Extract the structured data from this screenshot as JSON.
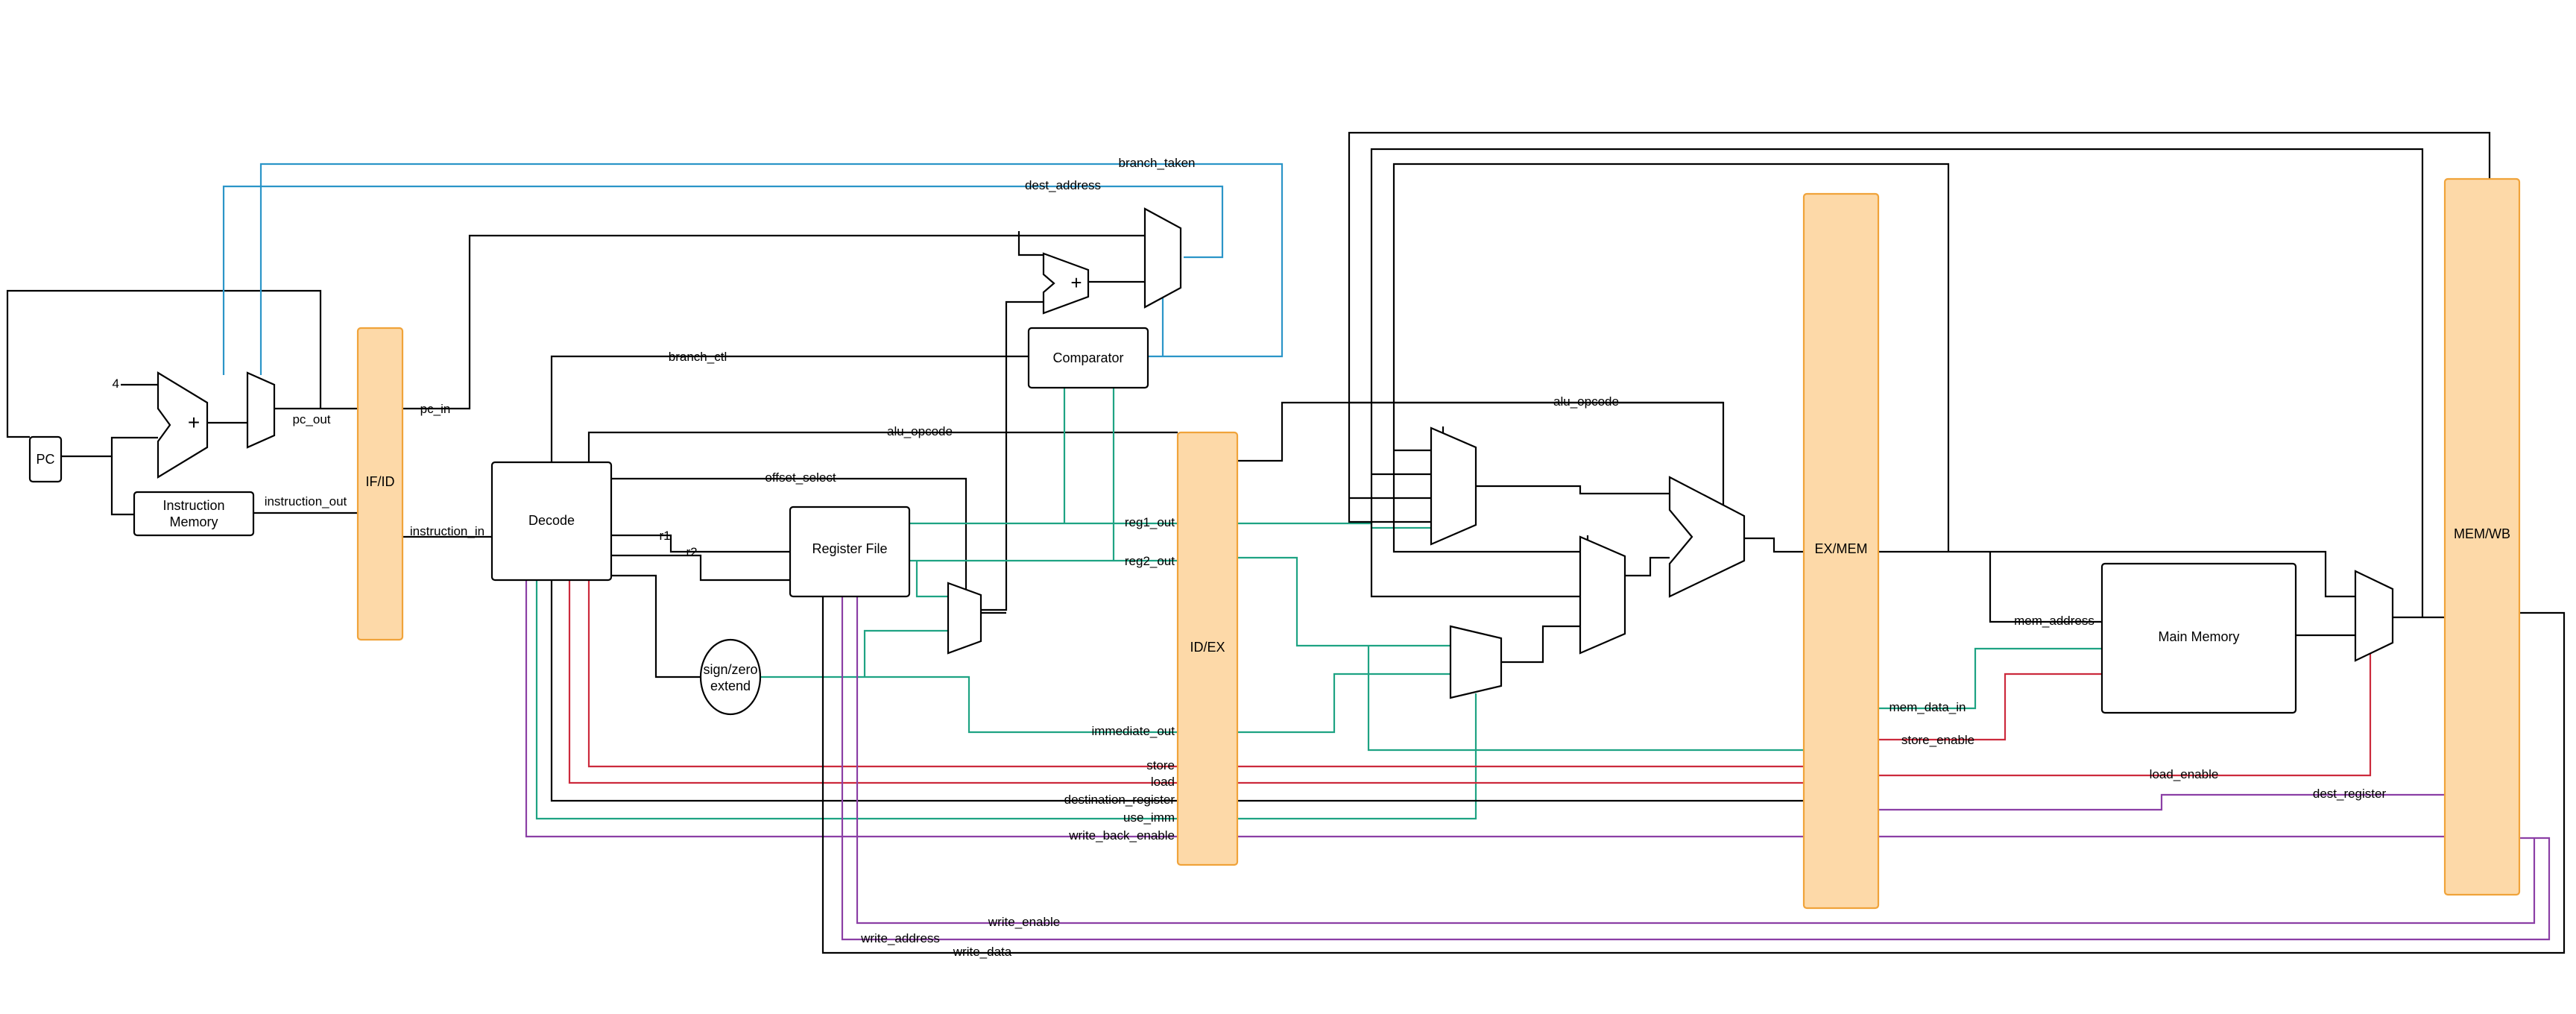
{
  "colors": {
    "stage_fill": "#fdd9a8",
    "stage_border": "#f0a33a",
    "wire_control_branch": "#2b95c8",
    "wire_data_green": "#1ea383",
    "wire_memory_red": "#cc2a3c",
    "wire_writeback_purple": "#8b3fa5",
    "wire_default": "#000000"
  },
  "blocks": {
    "pc": "PC",
    "instruction_memory_1": "Instruction",
    "instruction_memory_2": "Memory",
    "if_id": "IF/ID",
    "decode": "Decode",
    "register_file": "Register File",
    "comparator": "Comparator",
    "sign_extend_1": "sign/zero",
    "sign_extend_2": "extend",
    "id_ex": "ID/EX",
    "ex_mem": "EX/MEM",
    "main_memory": "Main Memory",
    "mem_wb": "MEM/WB",
    "adder_symbol": "+",
    "constant_four": "4"
  },
  "signals": {
    "branch_taken": "branch_taken",
    "dest_address": "dest_address",
    "pc_out": "pc_out",
    "pc_in": "pc_in",
    "instruction_out": "instruction_out",
    "instruction_in": "instruction_in",
    "branch_ctl": "branch_ctl",
    "alu_opcode_id": "alu_opcode",
    "offset_select": "offset_select",
    "r1": "r1",
    "r2": "r2",
    "reg1_out": "reg1_out",
    "reg2_out": "reg2_out",
    "immediate_out": "immediate_out",
    "store": "store",
    "load": "load",
    "destination_register": "destination_register",
    "use_imm": "use_imm",
    "write_back_enable": "write_back_enable",
    "alu_opcode_ex": "alu_opcode",
    "mem_address": "mem_address",
    "mem_data_in": "mem_data_in",
    "store_enable": "store_enable",
    "load_enable": "load_enable",
    "dest_register": "dest_register",
    "write_enable": "write_enable",
    "write_address": "write_address",
    "write_data": "write_data"
  }
}
